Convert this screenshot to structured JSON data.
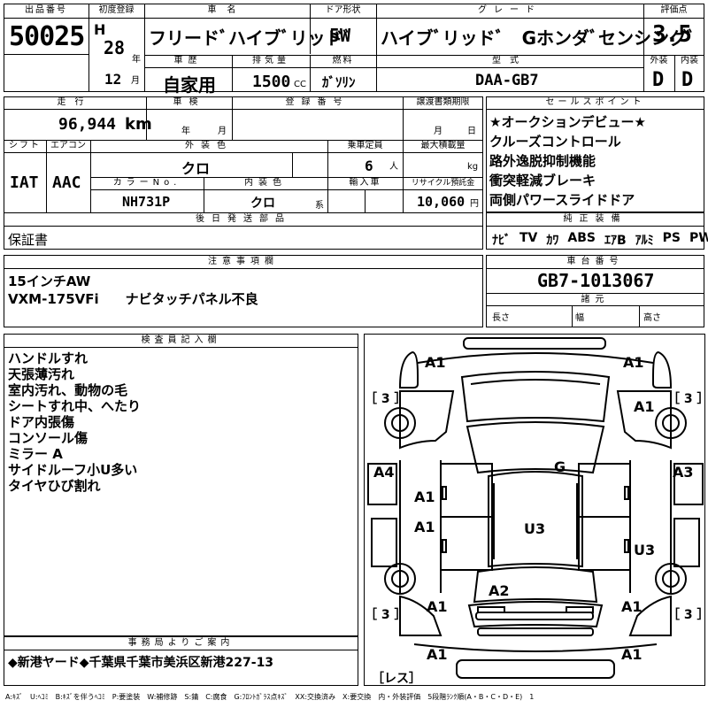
{
  "header": {
    "lot_no_label": "出品番号",
    "lot_no": "50025",
    "first_reg_label": "初度登録",
    "era": "H",
    "year": "28",
    "year_unit": "年",
    "month": "12",
    "month_unit": "月",
    "car_name_label": "車名",
    "car_name": "フリードﾞハイブﾞリッドﾞ",
    "door_label": "ドア形状",
    "door": "5W",
    "grade_label": "グレード",
    "grade": "ハイブﾞリッドﾞ　Gホンダﾞセンシングﾞ",
    "score_label": "評価点",
    "score": "3.5",
    "history_label": "車歴",
    "history": "自家用",
    "displacement_label": "排気量",
    "displacement": "1500",
    "displacement_unit": "CC",
    "fuel_label": "燃料",
    "fuel": "ｶﾞｿﾘﾝ",
    "model_label": "型式",
    "model": "DAA-GB7",
    "exterior_label": "外装",
    "exterior": "D",
    "interior_label": "内装",
    "interior": "D"
  },
  "details": {
    "mileage_label": "走行",
    "mileage": "96,944",
    "mileage_unit": "km",
    "inspection_label": "車検",
    "inspection_year_unit": "年",
    "inspection_month_unit": "月",
    "reg_no_label": "登録番号",
    "transfer_label": "譲渡書類期限",
    "transfer_month_unit": "月",
    "transfer_day_unit": "日",
    "shift_label": "シフト",
    "shift": "IAT",
    "ac_label": "エアコン",
    "ac": "AAC",
    "ext_color_label": "外装色",
    "ext_color": "クロ",
    "capacity_label": "乗車定員",
    "capacity": "6",
    "capacity_unit": "人",
    "max_load_label": "最大積載量",
    "max_load_unit": "kg",
    "color_no_label": "カラーNo.",
    "color_no": "NH731P",
    "int_color_label": "内装色",
    "int_color": "クロ",
    "int_color_unit": "系",
    "import_label": "輸入車",
    "recycle_label": "リサイクル預託金",
    "recycle": "10,060",
    "recycle_unit": "円",
    "later_parts_label": "後日発送部品",
    "later_parts": "保証書"
  },
  "sales_points": {
    "label": "セールスポイント",
    "items": [
      "★オークションデビュー★",
      "クルーズコントロール",
      "路外逸脱抑制機能",
      "衝突軽減ブレーキ",
      "両側パワースライドドア"
    ]
  },
  "equipment": {
    "label": "純正装備",
    "items": [
      "ﾅﾋﾞ",
      "TV",
      "ｶﾜ",
      "ABS",
      "ｴｱB",
      "ｱﾙﾐ",
      "PS",
      "PW"
    ]
  },
  "notes": {
    "label": "注意事項欄",
    "line1": "15インチAW",
    "line2": "VXM-175VFi　　ナビタッチパネル不良"
  },
  "chassis": {
    "label": "車台番号",
    "number": "GB7-1013067",
    "spec_label": "諸元",
    "length_label": "長さ",
    "width_label": "幅",
    "height_label": "高さ"
  },
  "inspector": {
    "label": "検査員記入欄",
    "lines": [
      "ハンドルすれ",
      "天張薄汚れ",
      "室内汚れ、動物の毛",
      "シートすれ中、へたり",
      "ドア内張傷",
      "コンソール傷",
      "ミラー A",
      "サイドルーフ小U多い",
      "タイヤひび割れ"
    ]
  },
  "office": {
    "label": "事務局よりご案内",
    "text": "◆新港ヤード◆千葉県千葉市美浜区新港227-13"
  },
  "diagram": {
    "marks": {
      "front_left": "A1",
      "front_right": "A1",
      "fender_right": "A1",
      "side_left": "A4",
      "side_right": "A3",
      "door_left_front": "A1",
      "door_left_rear": "A1",
      "glass": "G",
      "roof": "U3",
      "door_right_rear": "U3",
      "rear_hatch": "A2",
      "rear_left": "A1",
      "rear_right": "A1",
      "bumper_left": "A1",
      "bumper_right": "A1"
    },
    "tires": {
      "fl": "［ 3 ］",
      "fr": "［ 3 ］",
      "rl": "［ 3 ］",
      "rr": "［ 3 ］"
    },
    "spare": "［レス］"
  },
  "legend": "A:ｷｽﾞ　U:ﾍｺﾐ　B:ｷｽﾞを伴うﾍｺﾐ　P:要塗装　W:補修跡　S:錆　C:腐食　G:ﾌﾛﾝﾄｶﾞﾗｽ点ｷｽﾞ　XX:交換済み　X:要交換　内・外装評価　5段階ﾗﾝｸ順(A・B・C・D・E)　1"
}
